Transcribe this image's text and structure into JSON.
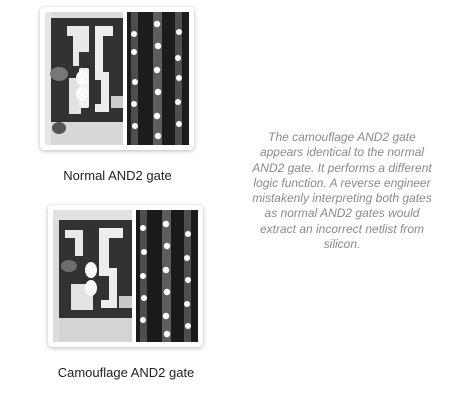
{
  "figures": [
    {
      "caption": "Normal AND2 gate"
    },
    {
      "caption": "Camouflage AND2 gate"
    }
  ],
  "description": "The camouflage AND2 gate\nappears identical to the normal\nAND2 gate. It performs a different\nlogic function. A reverse engineer\nmistakenly interpreting both gates\nas normal AND2 gates would\nextract an incorrect netlist from\nsilicon."
}
